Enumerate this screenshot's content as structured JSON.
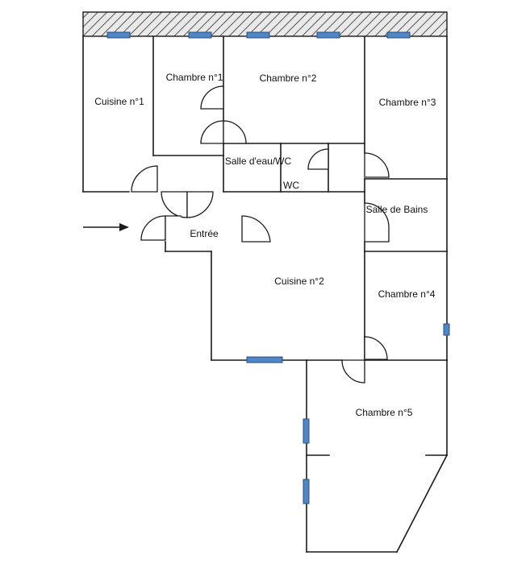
{
  "rooms": {
    "cuisine_1": "Cuisine n°1",
    "chambre_1": "Chambre n°1",
    "chambre_2": "Chambre n°2",
    "chambre_3": "Chambre n°3",
    "salle_eau_wc": "Salle d'eau/WC",
    "wc": "WC",
    "salle_de_bains": "Salle de Bains",
    "entree": "Entrée",
    "cuisine_2": "Cuisine n°2",
    "chambre_4": "Chambre n°4",
    "chambre_5": "Chambre n°5"
  },
  "colors": {
    "window": "#4f86c6",
    "wall": "#1a1a1a",
    "facade_hatch": "#555555"
  }
}
